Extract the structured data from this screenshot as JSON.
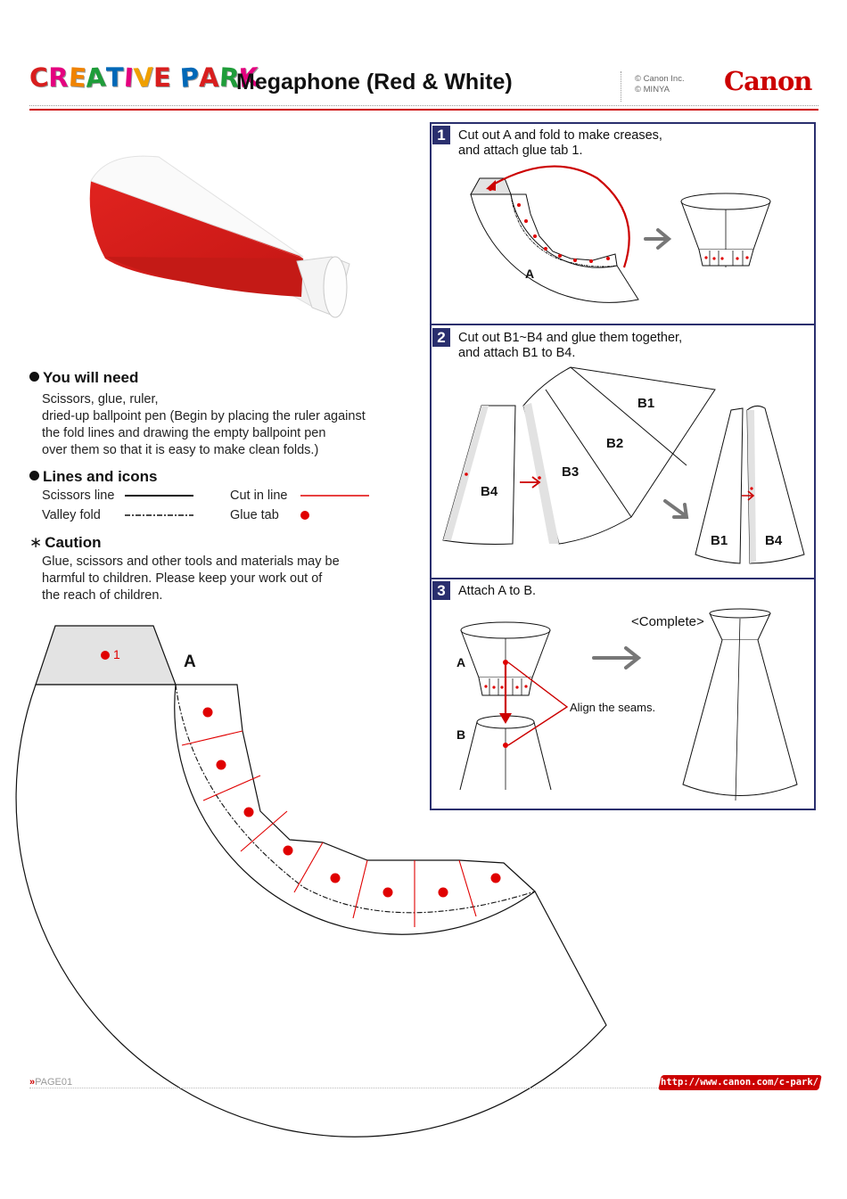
{
  "header": {
    "logo_letters": [
      "C",
      "R",
      "E",
      "A",
      "T",
      "I",
      "V",
      "E",
      " ",
      "P",
      "A",
      "R",
      "K"
    ],
    "logo_colors": [
      "#d81e1e",
      "#e4007f",
      "#f08300",
      "#1f9d3a",
      "#0068b7",
      "#e4007f",
      "#f0a000",
      "#d81e1e",
      "#fff",
      "#0068b7",
      "#d81e1e",
      "#1f9d3a",
      "#e4007f"
    ],
    "title": "Megaphone (Red & White)",
    "copyright_1": "© Canon Inc.",
    "copyright_2": "© MINYA",
    "brand": "Canon"
  },
  "you_will_need": {
    "heading": "You will need",
    "lines": [
      "Scissors, glue, ruler,",
      "dried-up ballpoint pen (Begin by placing the ruler against",
      "the fold lines and drawing the empty ballpoint pen",
      "over them so that it is easy to make clean folds.)"
    ]
  },
  "lines_and_icons": {
    "heading": "Lines and icons",
    "scissors_line": "Scissors line",
    "cut_in_line": "Cut in line",
    "valley_fold": "Valley fold",
    "glue_tab": "Glue tab"
  },
  "caution": {
    "heading": "Caution",
    "mark": "∗",
    "lines": [
      "Glue, scissors and other tools and materials may be",
      "harmful to children. Please keep your work out of",
      "the reach of children."
    ]
  },
  "steps": [
    {
      "number": "1",
      "line1": "Cut out A and fold to make creases,",
      "line2": "and attach glue tab 1.",
      "labels": {
        "a": "A"
      }
    },
    {
      "number": "2",
      "line1": "Cut out B1~B4 and glue them together,",
      "line2": "and attach B1 to B4.",
      "labels": {
        "b1": "B1",
        "b2": "B2",
        "b3": "B3",
        "b4": "B4",
        "b1_result": "B1",
        "b4_result": "B4"
      }
    },
    {
      "number": "3",
      "line1": "Attach A to B.",
      "line2": "",
      "labels": {
        "a": "A",
        "b": "B",
        "complete": "<Complete>",
        "align": "Align the seams."
      }
    }
  ],
  "pattern": {
    "piece_label": "A",
    "tab_number": "1"
  },
  "colors": {
    "brand_red": "#cc0000",
    "panel_navy": "#2a2f6e",
    "glue_red": "#e00000"
  },
  "footer": {
    "page": "PAGE01",
    "page_marker": "»",
    "url": "http://www.canon.com/c-park/"
  }
}
